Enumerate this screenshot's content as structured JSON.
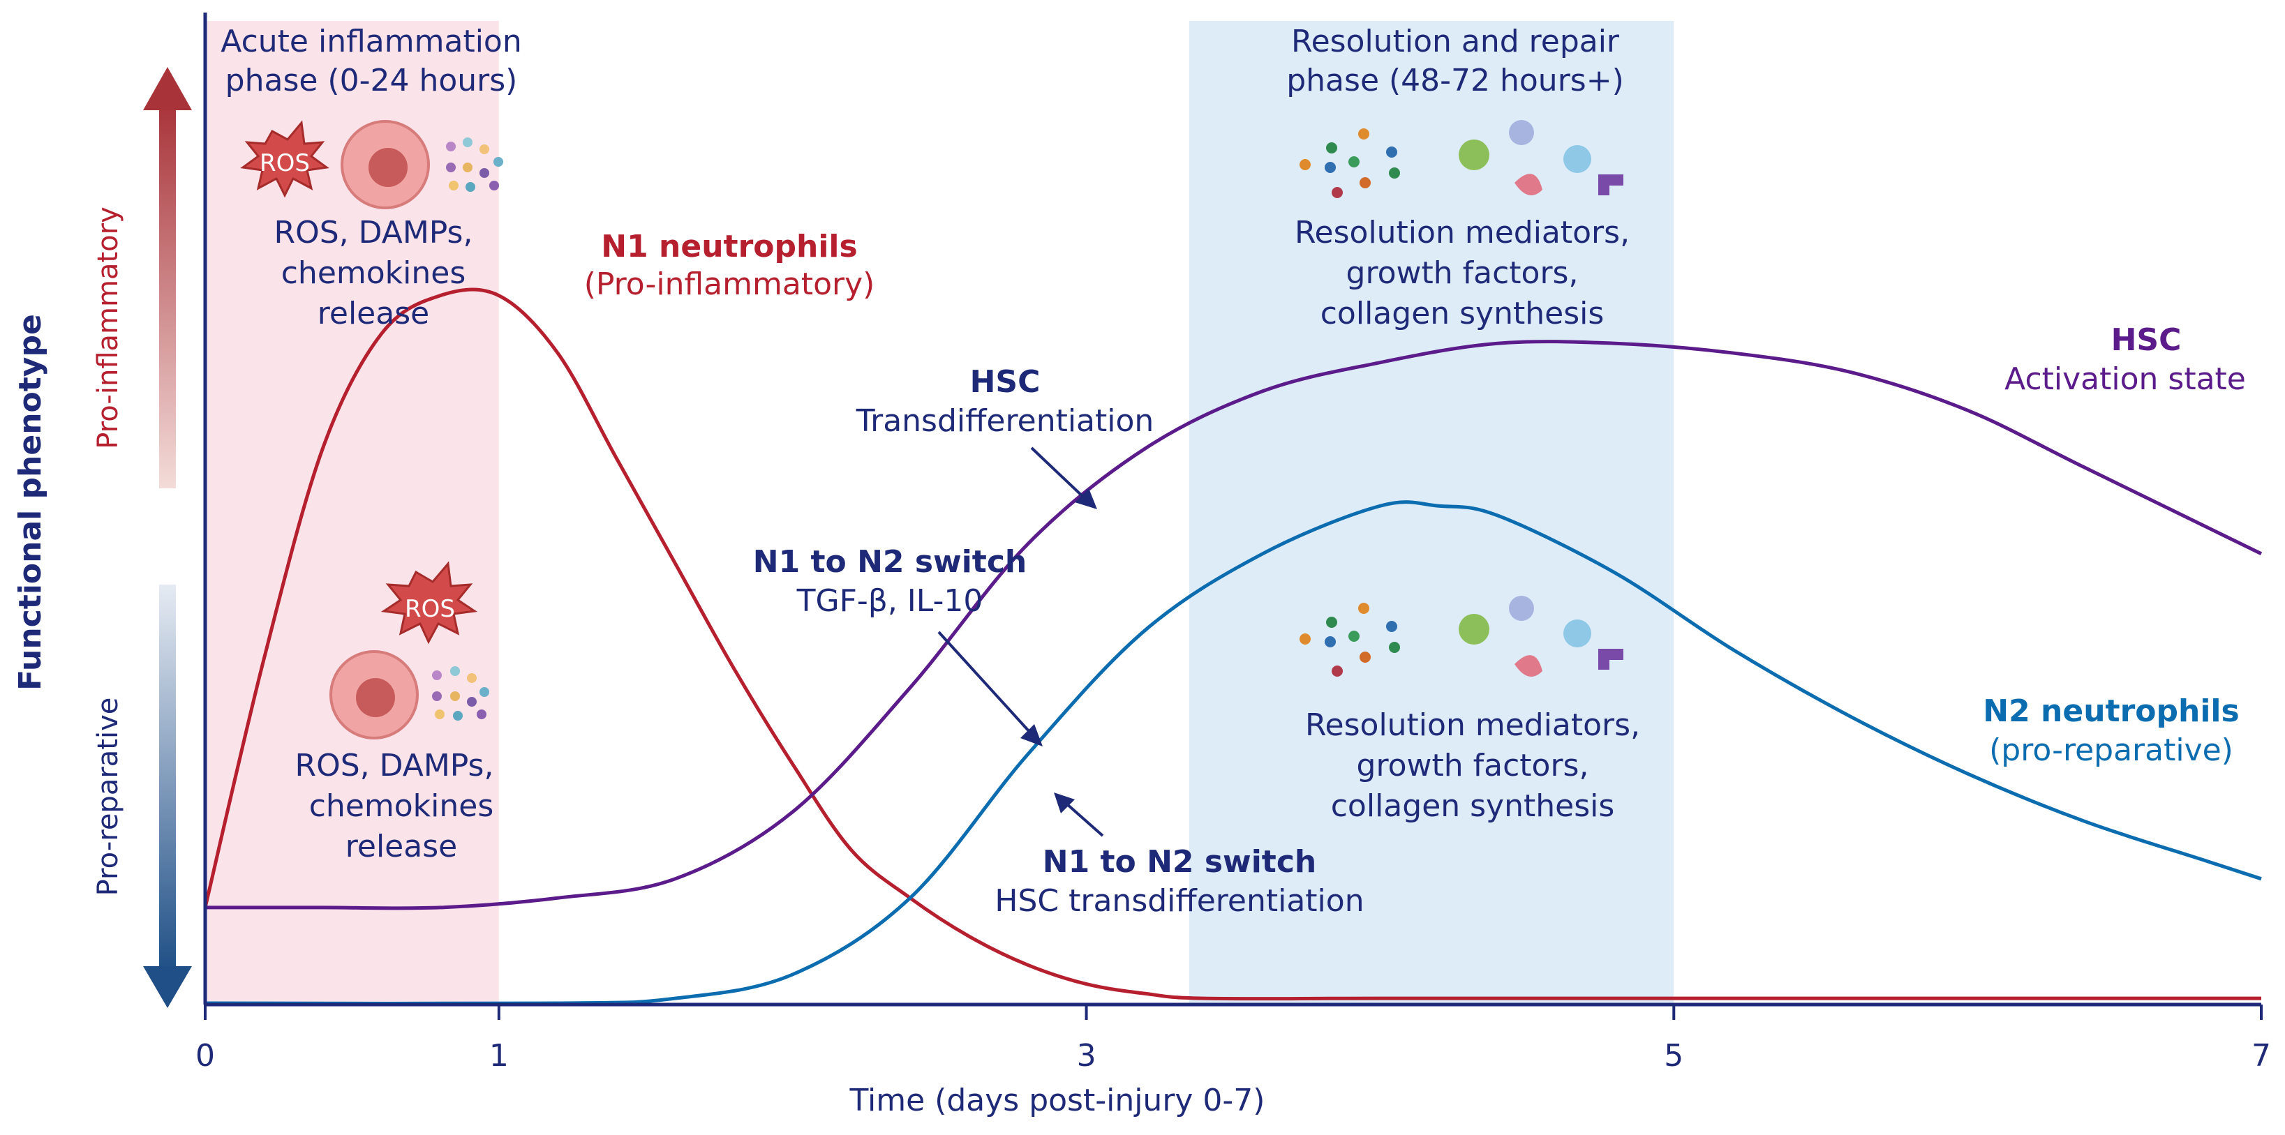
{
  "colors": {
    "navy": "#1e2a78",
    "n1_red": "#b51f2e",
    "n2_blue": "#0c6cb0",
    "hsc_purple": "#5b1b8a",
    "acute_band": "#fbe3ea",
    "resolution_band": "#deecf8",
    "pro_inflammatory_arrow": "#a8343a",
    "pro_reparative_arrow": "#1f4f86"
  },
  "y_axis": {
    "title": "Functional phenotype",
    "upper_label": "Pro-inflammatory",
    "lower_label": "Pro-reparative"
  },
  "phases": {
    "acute": {
      "title_line1": "Acute inflammation",
      "title_line2": "phase (0-24 hours)",
      "badge_upper": "ROS",
      "badge_lower": "ROS",
      "upper_text": [
        "ROS, DAMPs,",
        "chemokines",
        "release"
      ],
      "lower_text": [
        "ROS, DAMPs,",
        "chemokines",
        "release"
      ]
    },
    "resolution": {
      "title_line1": "Resolution and repair",
      "title_line2": "phase (48-72 hours+)",
      "upper_text": [
        "Resolution mediators,",
        "growth factors,",
        "collagen synthesis"
      ],
      "lower_text": [
        "Resolution mediators,",
        "growth factors,",
        "collagen synthesis"
      ]
    }
  },
  "annotations": {
    "n1_title": "N1 neutrophils",
    "n1_subtitle": "(Pro-inflammatory)",
    "hsc_trans_title": "HSC",
    "hsc_trans_subtitle": "Transdifferentiation",
    "switch1_title": "N1 to N2 switch",
    "switch1_subtitle": "TGF-β, IL-10",
    "switch2_title": "N1 to N2 switch",
    "switch2_subtitle": "HSC transdifferentiation",
    "hsc_act_title": "HSC",
    "hsc_act_subtitle": "Activation state",
    "n2_title": "N2 neutrophils",
    "n2_subtitle": "(pro-reparative)"
  },
  "chart_data": {
    "type": "line",
    "xlabel": "Time (days post-injury 0-7)",
    "ylabel": "Functional phenotype",
    "xlim": [
      0,
      7
    ],
    "ylim": [
      0,
      1
    ],
    "x_ticks": [
      0,
      1,
      3,
      5,
      7
    ],
    "x_tick_labels": [
      "0",
      "1",
      "3",
      "5",
      "7"
    ],
    "shaded_regions": [
      {
        "from": 0,
        "to": 1
      },
      {
        "from": 3.35,
        "to": 5
      }
    ],
    "series": [
      {
        "name": "N1 neutrophils",
        "x": [
          0,
          0.2,
          0.4,
          0.6,
          0.8,
          1.0,
          1.2,
          1.4,
          1.6,
          1.8,
          2.0,
          2.2,
          2.4,
          2.6,
          2.8,
          3.0,
          3.2,
          3.4,
          4.0,
          5.0,
          6.0,
          7.0
        ],
        "values": [
          0.1,
          0.36,
          0.58,
          0.7,
          0.74,
          0.74,
          0.68,
          0.57,
          0.46,
          0.35,
          0.25,
          0.16,
          0.11,
          0.07,
          0.04,
          0.02,
          0.01,
          0.005,
          0.005,
          0.005,
          0.005,
          0.005
        ]
      },
      {
        "name": "HSC",
        "x": [
          0,
          0.4,
          0.8,
          1.2,
          1.6,
          2.0,
          2.4,
          2.8,
          3.2,
          3.6,
          4.0,
          4.4,
          4.8,
          5.2,
          5.6,
          6.0,
          6.4,
          7.0
        ],
        "values": [
          0.1,
          0.1,
          0.1,
          0.11,
          0.13,
          0.2,
          0.33,
          0.48,
          0.58,
          0.64,
          0.67,
          0.69,
          0.69,
          0.68,
          0.66,
          0.62,
          0.56,
          0.47
        ]
      },
      {
        "name": "N2 neutrophils",
        "x": [
          0,
          1.2,
          1.6,
          2.0,
          2.4,
          2.8,
          3.2,
          3.6,
          4.0,
          4.2,
          4.4,
          4.8,
          5.2,
          5.6,
          6.0,
          6.4,
          6.8,
          7.0
        ],
        "values": [
          0,
          0,
          0.005,
          0.03,
          0.11,
          0.26,
          0.39,
          0.47,
          0.52,
          0.52,
          0.51,
          0.45,
          0.37,
          0.3,
          0.24,
          0.19,
          0.15,
          0.13
        ]
      }
    ]
  }
}
